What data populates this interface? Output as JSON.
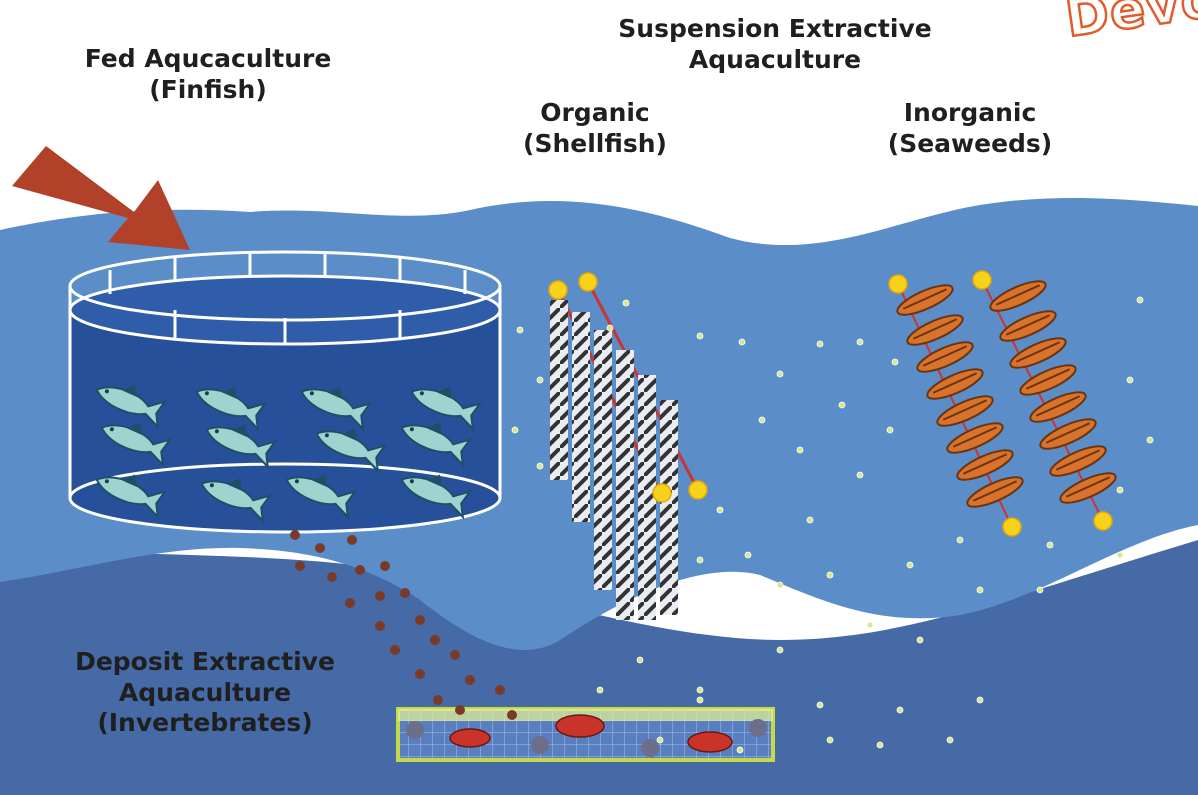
{
  "labels": {
    "fed": {
      "line1": "Fed Aqucaculture",
      "line2": "(Finfish)"
    },
    "suspension": {
      "line1": "Suspension Extractive",
      "line2": "Aquaculture"
    },
    "organic": {
      "line1": "Organic",
      "line2": "(Shellfish)"
    },
    "inorganic": {
      "line1": "Inorganic",
      "line2": "(Seaweeds)"
    },
    "deposit": {
      "line1": "Deposit Extractive",
      "line2": "Aquaculture",
      "line3": "(Invertebrates)"
    }
  },
  "watermark": "Devon",
  "colors": {
    "water_upper": "#5b8ec9",
    "water_lower": "#466aa6",
    "feed_arrow": "#b2412a",
    "buoy": "#f7d21d",
    "fish": "#9fd3cf",
    "seaweed": "#d9722b",
    "pellet": "#7a3a28"
  }
}
